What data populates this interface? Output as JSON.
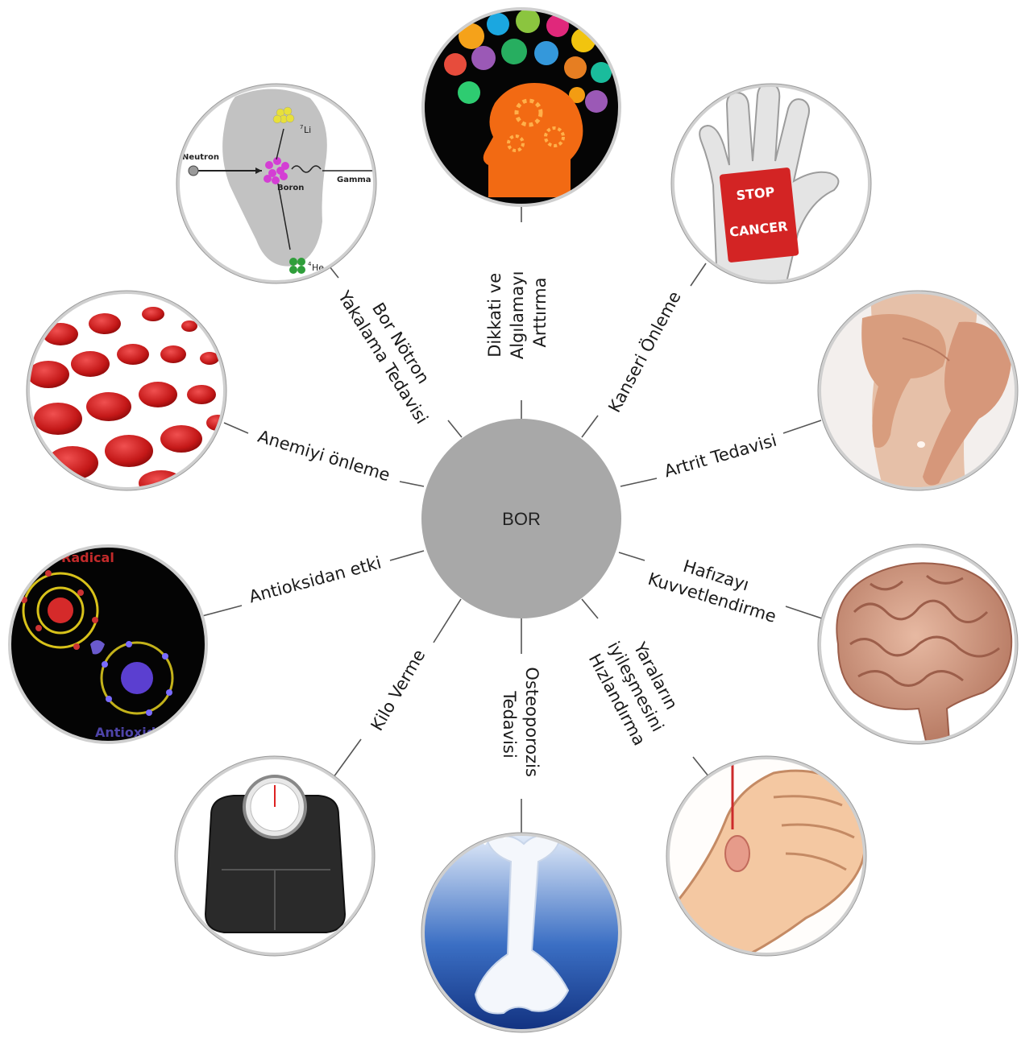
{
  "center": {
    "label": "BOR",
    "color": "#a8a8a8"
  },
  "nodes": [
    {
      "id": "dikkati",
      "label_lines": [
        "Dikkati ve",
        "Algılamayı",
        "Arttırma"
      ],
      "image": "brain-gears-icon"
    },
    {
      "id": "kanseri",
      "label_lines": [
        "Kanseri Önleme"
      ],
      "image": "stop-cancer-hand-icon"
    },
    {
      "id": "artrit",
      "label_lines": [
        "Artrit Tedavisi"
      ],
      "image": "knee-hands-icon"
    },
    {
      "id": "hafiza",
      "label_lines": [
        "Hafızayı",
        "Kuvvetlendirme"
      ],
      "image": "brain-icon"
    },
    {
      "id": "yara",
      "label_lines": [
        "Yaraların",
        "iyileşmesini",
        "Hızlandırma"
      ],
      "image": "wound-hand-icon"
    },
    {
      "id": "osteo",
      "label_lines": [
        "Osteoporozis",
        "Tedavisi"
      ],
      "image": "milk-bone-icon"
    },
    {
      "id": "kilo",
      "label_lines": [
        "Kilo Verme"
      ],
      "image": "scale-icon"
    },
    {
      "id": "antioks",
      "label_lines": [
        "Antioksidan etki"
      ],
      "image": "atom-radical-icon"
    },
    {
      "id": "anemi",
      "label_lines": [
        "Anemiyi önleme"
      ],
      "image": "red-blood-cells-icon"
    },
    {
      "id": "bnct",
      "label_lines": [
        "Bor Nötron",
        "Yakalama Tedavisi"
      ],
      "image": "neutron-capture-icon"
    }
  ],
  "images": {
    "stop_cancer": {
      "word1": "STOP",
      "word2": "CANCER"
    },
    "neutron": {
      "neutron": "Neutron",
      "boron": "Boron",
      "gamma": "Gamma",
      "li": "Li",
      "he": "He",
      "li_mass": "7",
      "he_mass": "4"
    },
    "antiox": {
      "top": "Radical",
      "bottom": "Antioxid"
    }
  }
}
